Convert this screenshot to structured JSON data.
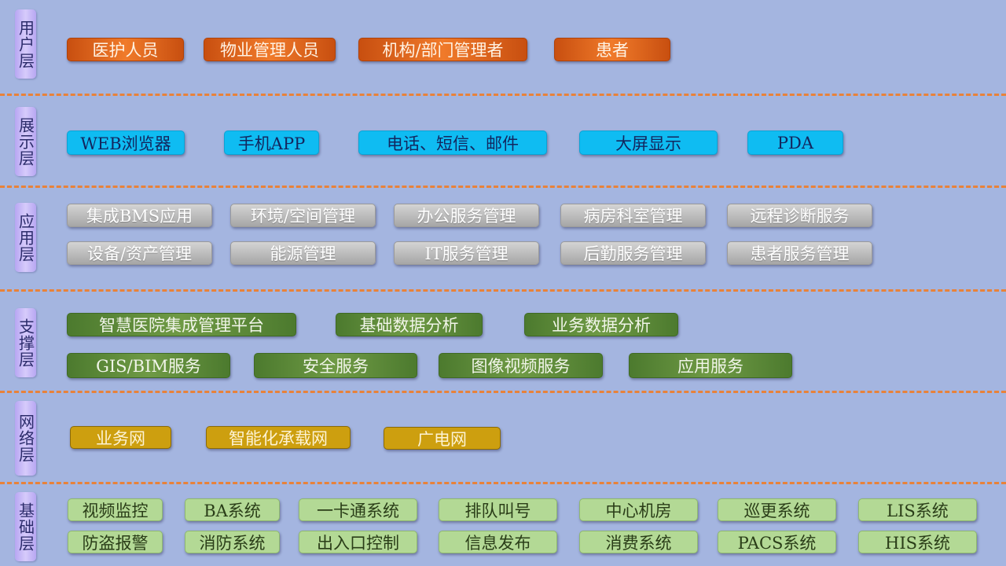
{
  "layers": [
    {
      "label": "用户层",
      "items": [
        "医护人员",
        "物业管理人员",
        "机构/部门管理者",
        "患者"
      ]
    },
    {
      "label": "展示层",
      "items": [
        "WEB浏览器",
        "手机APP",
        "电话、短信、邮件",
        "大屏显示",
        "PDA"
      ]
    },
    {
      "label": "应用层",
      "items": [
        "集成BMS应用",
        "环境/空间管理",
        "办公服务管理",
        "病房科室管理",
        "远程诊断服务",
        "设备/资产管理",
        "能源管理",
        "IT服务管理",
        "后勤服务管理",
        "患者服务管理"
      ]
    },
    {
      "label": "支撑层",
      "items": [
        "智慧医院集成管理平台",
        "基础数据分析",
        "业务数据分析",
        "GIS/BIM服务",
        "安全服务",
        "图像视频服务",
        "应用服务"
      ]
    },
    {
      "label": "网络层",
      "items": [
        "业务网",
        "智能化承载网",
        "广电网"
      ]
    },
    {
      "label": "基础层",
      "items": [
        "视频监控",
        "BA系统",
        "一卡通系统",
        "排队叫号",
        "中心机房",
        "巡更系统",
        "LIS系统",
        "防盗报警",
        "消防系统",
        "出入口控制",
        "信息发布",
        "消费系统",
        "PACS系统",
        "HIS系统"
      ]
    }
  ],
  "colors": {
    "background": "#a4b5e0",
    "separator": "#e8823a",
    "user": "#e06a1c",
    "display": "#0fbcf2",
    "application": "#bdbdbd",
    "support": "#5d8a3a",
    "network": "#cd9f0f",
    "base": "#b3d995",
    "tab": "#c6b8f8"
  }
}
